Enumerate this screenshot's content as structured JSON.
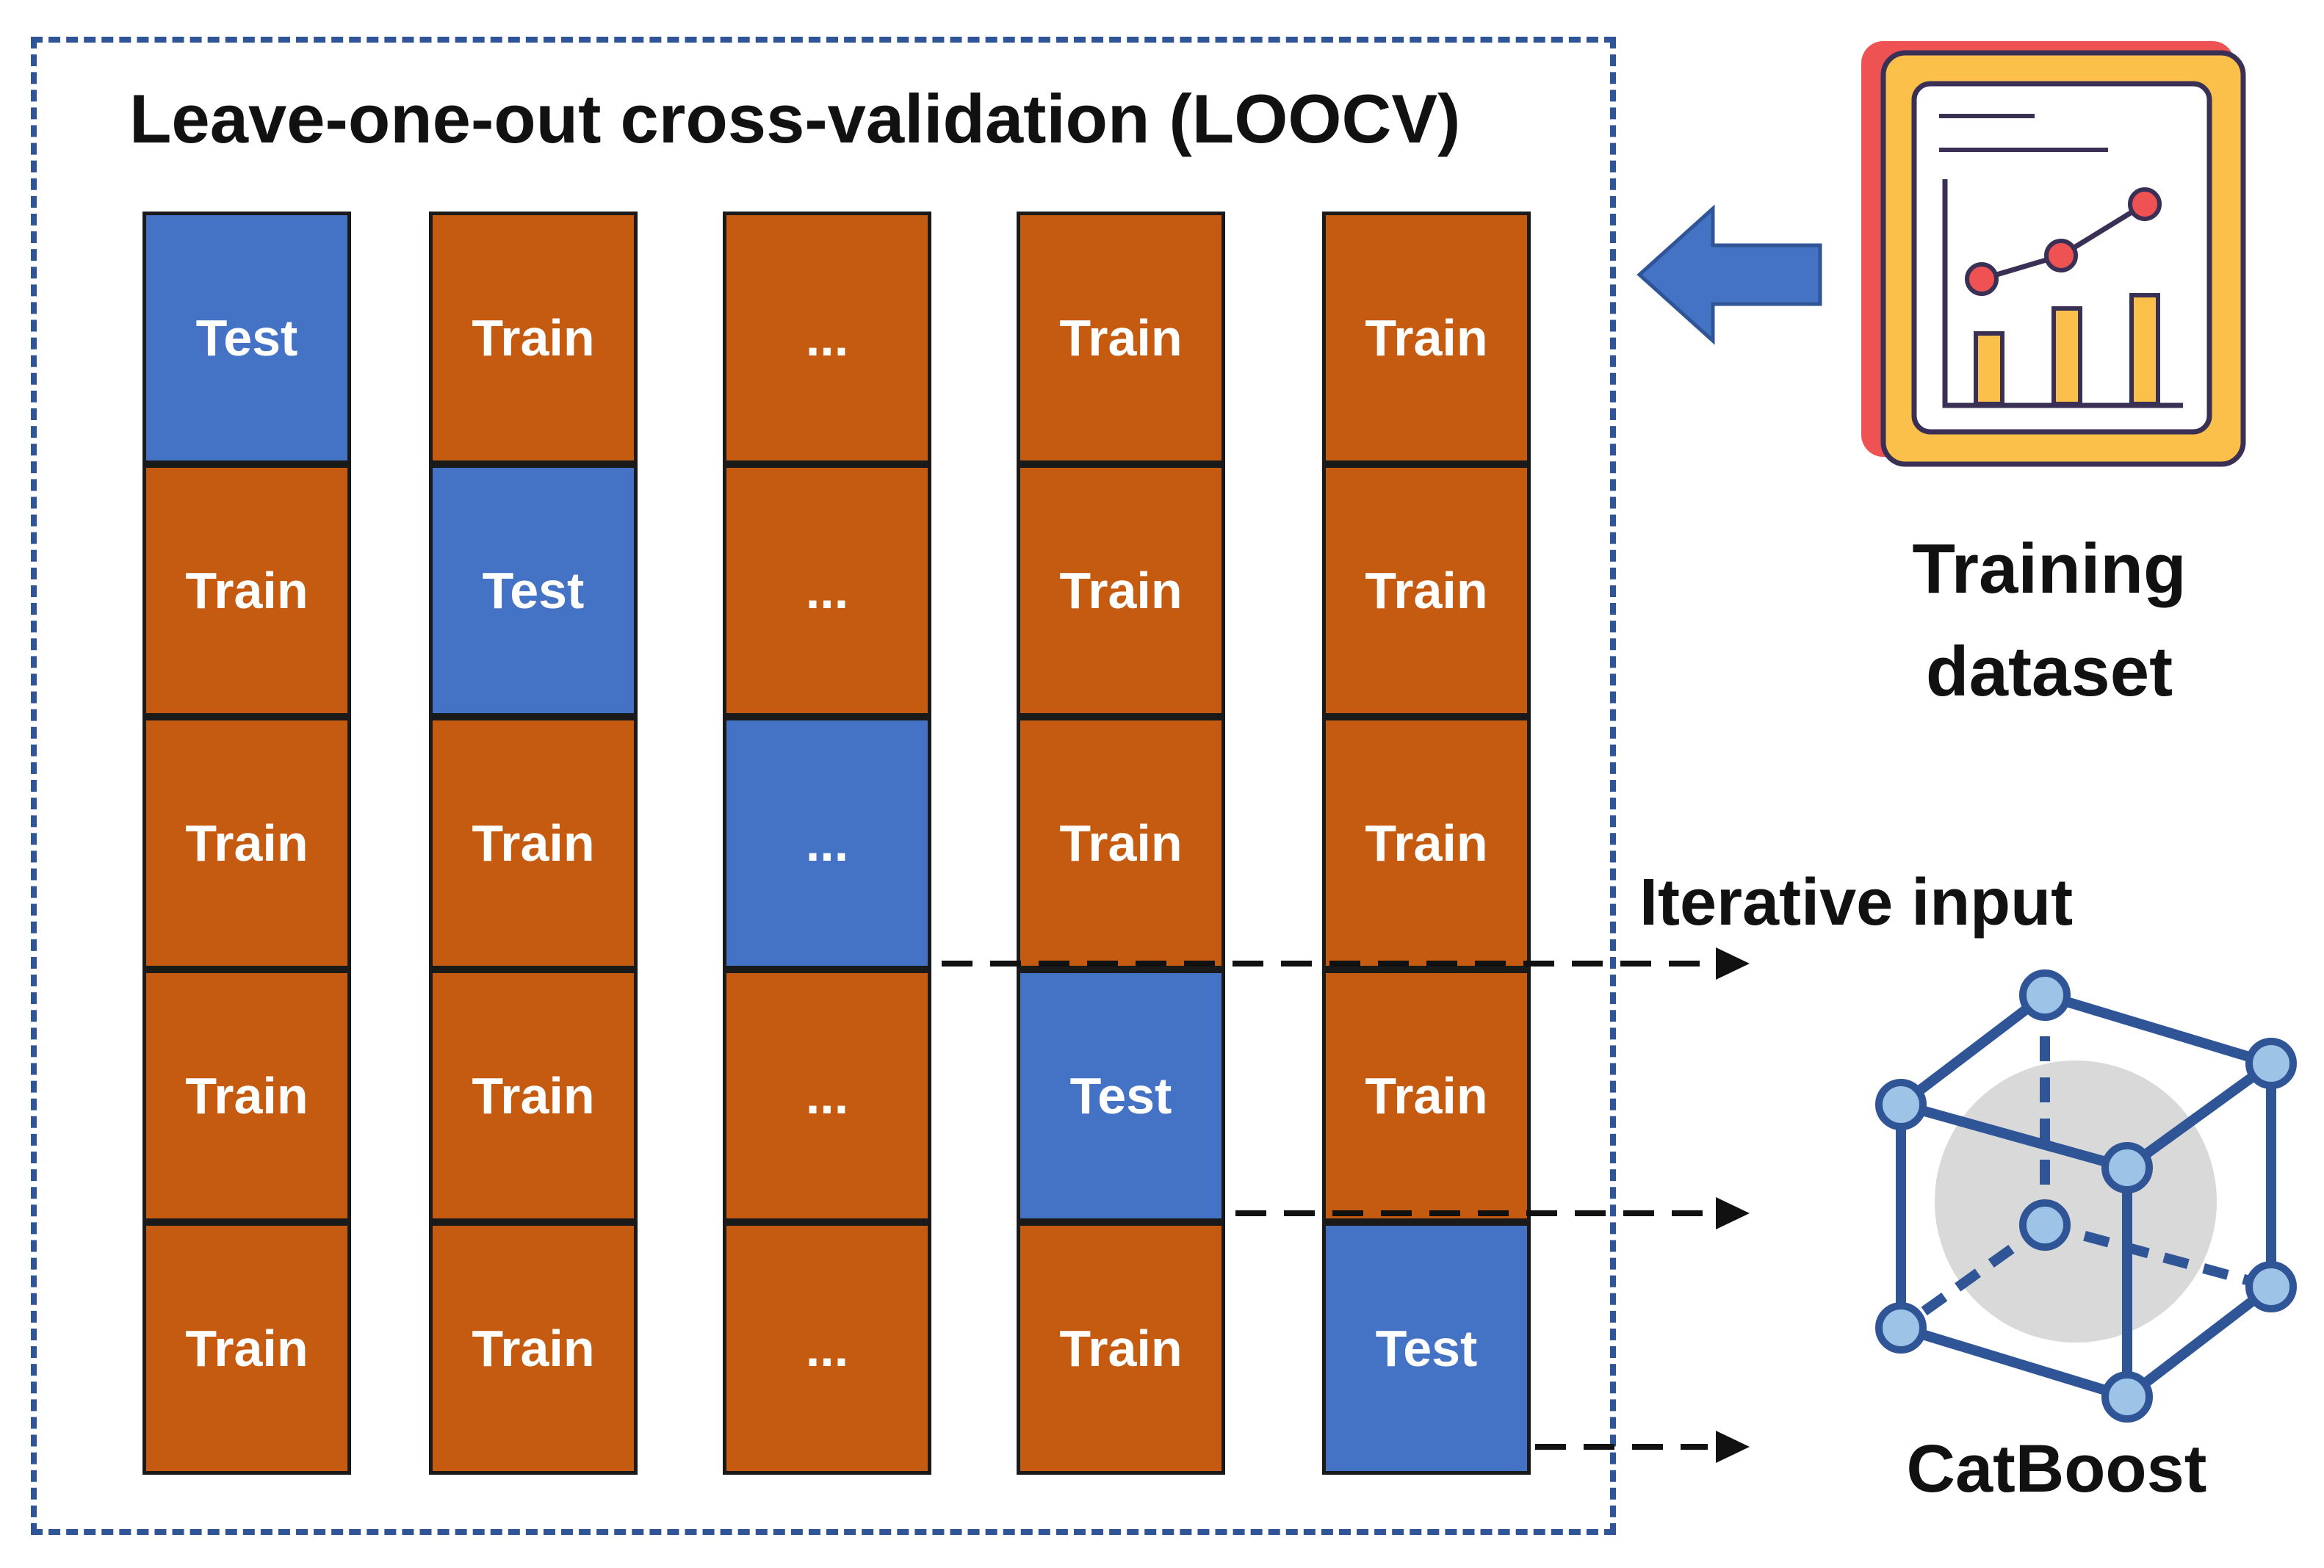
{
  "title": "Leave-one-out cross-validation (LOOCV)",
  "columns": [
    [
      "Test",
      "Train",
      "Train",
      "Train",
      "Train"
    ],
    [
      "Train",
      "Test",
      "Train",
      "Train",
      "Train"
    ],
    [
      "...",
      "...",
      "...",
      "...",
      "..."
    ],
    [
      "Train",
      "Train",
      "Train",
      "Test",
      "Train"
    ],
    [
      "Train",
      "Train",
      "Train",
      "Train",
      "Test"
    ]
  ],
  "test_positions": [
    0,
    1,
    2,
    3,
    4
  ],
  "labels": {
    "training_line1": "Training",
    "training_line2": "dataset",
    "iterative_input": "Iterative input",
    "model": "CatBoost"
  },
  "colors": {
    "train": "#c55a11",
    "test": "#4472c4",
    "frame": "#2f5597",
    "arrow": "#4472c4"
  },
  "icons": [
    "training-dataset-chart-icon",
    "catboost-cube-icon",
    "left-arrow-icon"
  ]
}
